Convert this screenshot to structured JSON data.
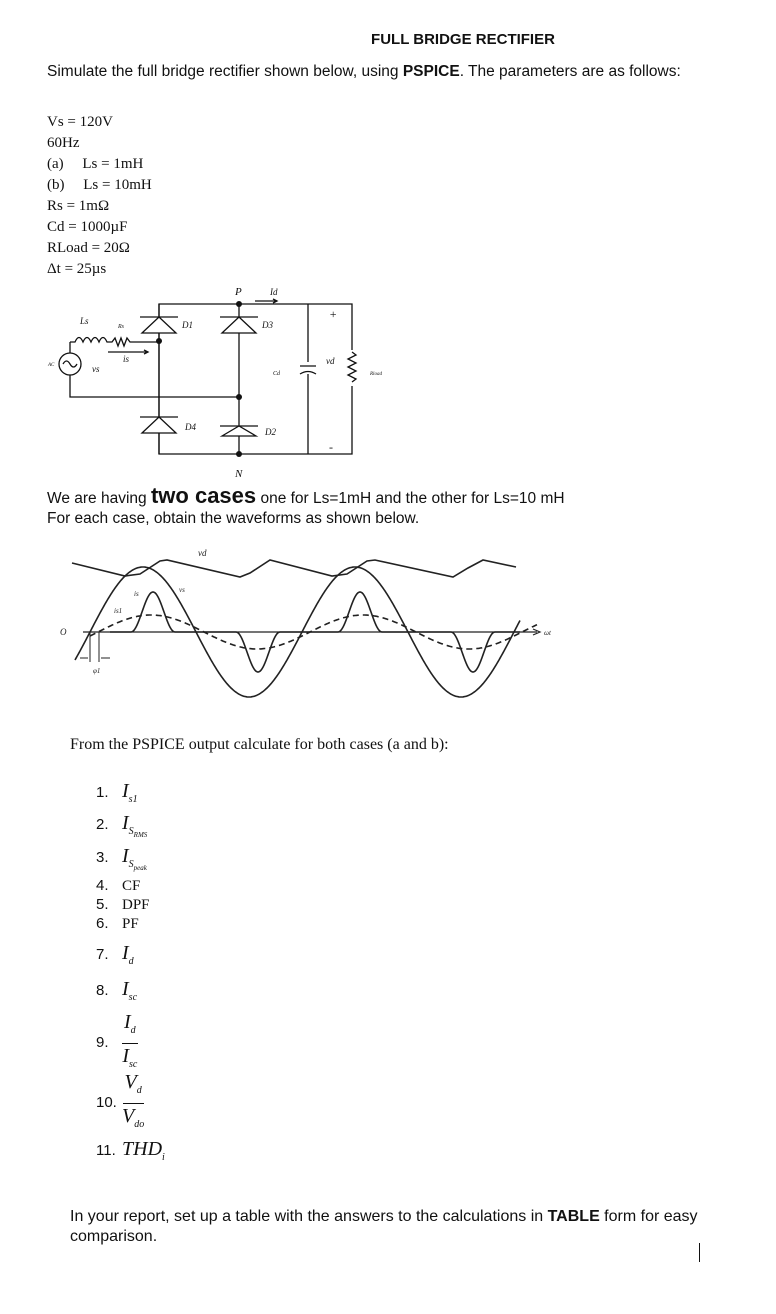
{
  "title": "FULL BRIDGE RECTIFIER",
  "intro": {
    "before": "Simulate the full bridge rectifier shown below, using ",
    "bold": "PSPICE",
    "after": ". The parameters are as follows:"
  },
  "parameters": [
    "Vs = 120V",
    "60Hz",
    "(a)     Ls = 1mH",
    "(b)     Ls = 10mH",
    "Rs = 1mΩ",
    "Cd = 1000µF",
    "RLoad = 20Ω",
    "Δt = 25µs"
  ],
  "circuit": {
    "labels": {
      "P": "P",
      "N": "N",
      "Id": "Id",
      "Ls": "Ls",
      "Rs": "Rs",
      "is": "is",
      "vs": "vs",
      "ac": "AC",
      "D1": "D1",
      "D2": "D2",
      "D3": "D3",
      "D4": "D4",
      "Cd": "Cd",
      "vd": "vd",
      "plus": "+",
      "minus": "-",
      "Rload": "Rload"
    }
  },
  "cases": {
    "before": "We are having ",
    "bold": "two cases",
    "after": " one for Ls=1mH and the other for Ls=10 mH",
    "line2": "For each case, obtain the waveforms as shown below."
  },
  "waveform": {
    "labels": {
      "vd": "vd",
      "vs": "vs",
      "is": "is",
      "is1": "is1",
      "origin": "O",
      "phi": "φ1",
      "axis": "ωt"
    }
  },
  "calc_intro": "From the PSPICE output calculate for both cases (a and b):",
  "items": [
    {
      "n": "1.",
      "base": "I",
      "sub": "s1"
    },
    {
      "n": "2.",
      "base": "I",
      "sub": "S",
      "subsub": "RMS"
    },
    {
      "n": "3.",
      "base": "I",
      "sub": "S",
      "subsub": "peak"
    },
    {
      "n": "4.",
      "text": "CF"
    },
    {
      "n": "5.",
      "text": "DPF"
    },
    {
      "n": "6.",
      "text": "PF"
    },
    {
      "n": "7.",
      "base": "I",
      "sub": "d"
    },
    {
      "n": "8.",
      "base": "I",
      "sub": "sc"
    },
    {
      "n": "9.",
      "num": "I",
      "num_sub": "d",
      "den": "I",
      "den_sub": "sc"
    },
    {
      "n": "10.",
      "num": "V",
      "num_sub": "d",
      "den": "V",
      "den_sub": "do"
    },
    {
      "n": "11.",
      "base": "THD",
      "sub": "i"
    }
  ],
  "report": {
    "before": "In your report, set up a table with the answers to the calculations in ",
    "bold": "TABLE",
    "after": " form for easy comparison."
  }
}
